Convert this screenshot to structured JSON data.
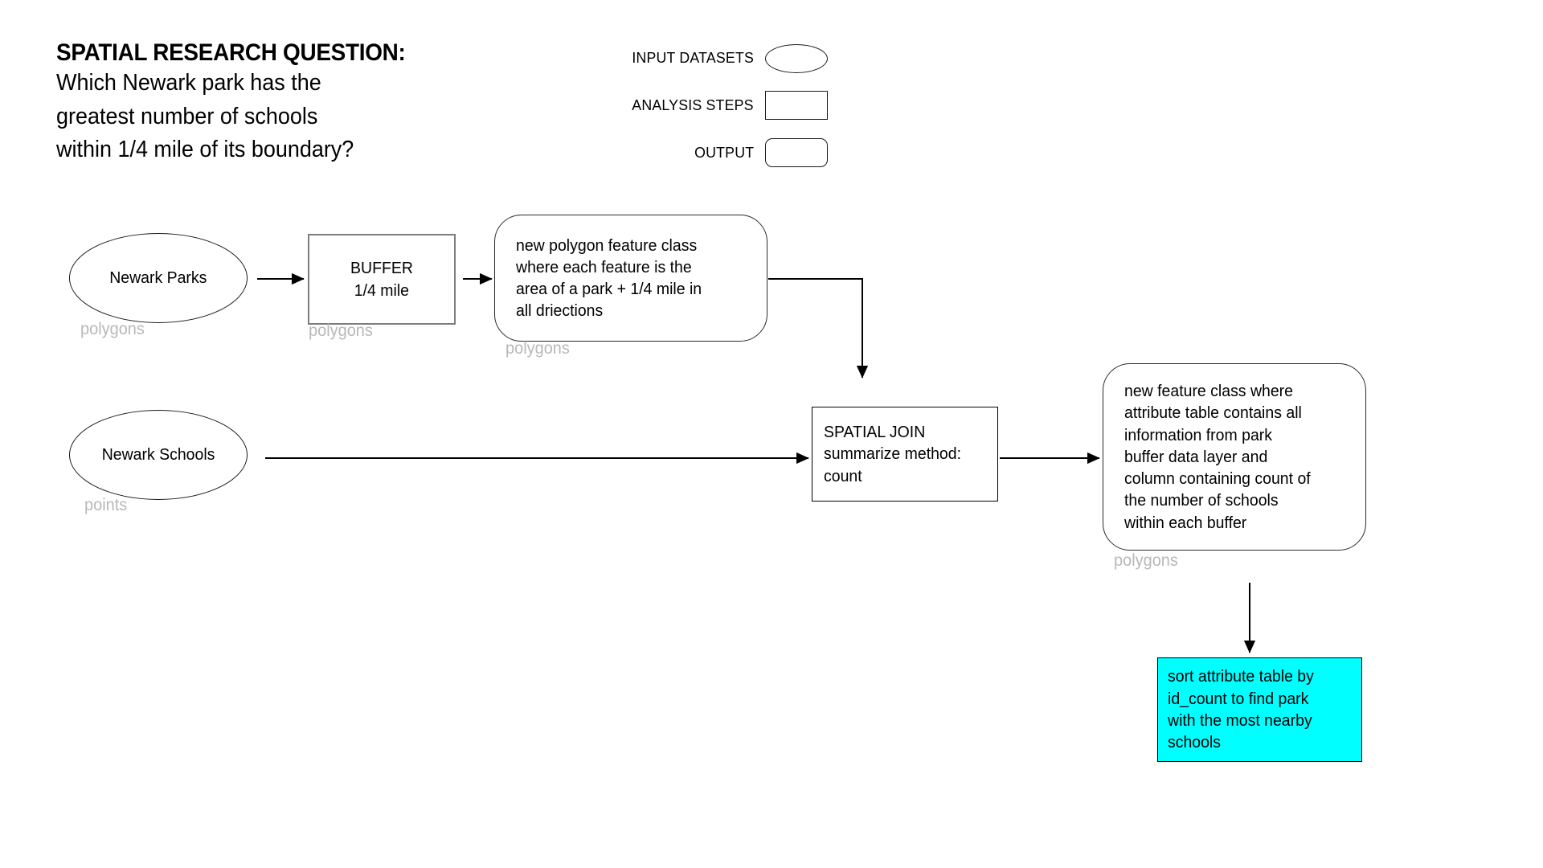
{
  "title": {
    "heading": "SPATIAL RESEARCH QUESTION:",
    "question_lines": [
      "Which Newark park has the",
      "greatest number of schools",
      "within 1/4 mile of its boundary?"
    ]
  },
  "legend": {
    "items": [
      {
        "label": "INPUT DATASETS",
        "shape": "ellipse-icon"
      },
      {
        "label": "ANALYSIS STEPS",
        "shape": "rectangle-icon"
      },
      {
        "label": "OUTPUT",
        "shape": "rounded-rectangle-icon"
      }
    ]
  },
  "flow": {
    "input_parks": {
      "label": "Newark Parks",
      "geometry": "polygons"
    },
    "buffer_step": {
      "line1": "BUFFER",
      "line2": "1/4 mile",
      "geometry": "polygons"
    },
    "buffer_output": {
      "lines": [
        "new polygon feature class",
        "where each feature is the",
        "area of a park + 1/4 mile in",
        "all driections"
      ],
      "geometry": "polygons"
    },
    "input_schools": {
      "label": "Newark Schools",
      "geometry": "points"
    },
    "spatial_join_step": {
      "lines": [
        "SPATIAL JOIN",
        "summarize method:",
        "count"
      ]
    },
    "join_output": {
      "lines": [
        "new feature class where",
        "attribute table contains all",
        "information from park",
        "buffer data layer and",
        "column containing count of",
        "the number of schools",
        "within each buffer"
      ],
      "geometry": "polygons"
    },
    "final_step": {
      "lines": [
        "sort attribute table by",
        "id_count to find park",
        "with the most nearby",
        "schools"
      ],
      "highlight_color": "#00ffff"
    }
  },
  "colors": {
    "highlight": "#00ffff",
    "geometry_label": "#b8b8b8",
    "process_border_gray": "#7d7d7d",
    "stroke": "#000000",
    "background": "#ffffff"
  }
}
